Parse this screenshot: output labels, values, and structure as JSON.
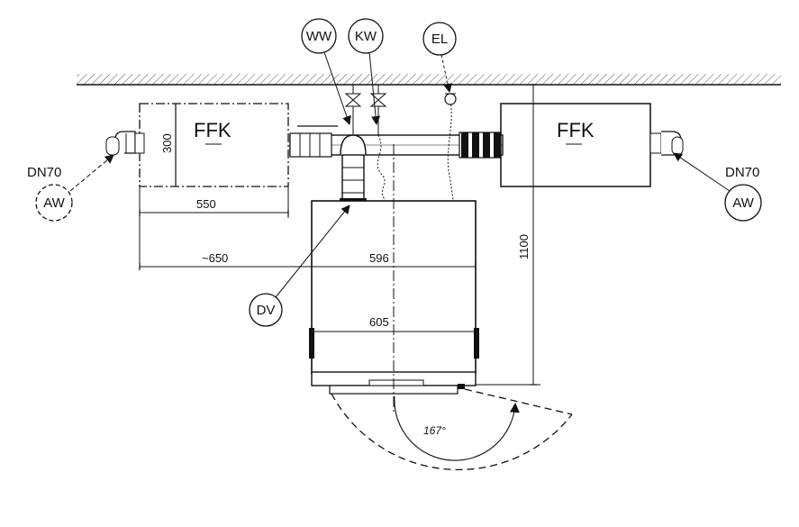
{
  "labels": {
    "ww": "WW",
    "kw": "KW",
    "el": "EL",
    "dv": "DV",
    "aw_left": "AW",
    "aw_right": "AW",
    "dn_left": "DN70",
    "dn_right": "DN70",
    "ffk_left": "FFK",
    "ffk_right": "FFK"
  },
  "dimensions": {
    "d300": "300",
    "d550": "550",
    "d650": "~650",
    "d596": "596",
    "d605": "605",
    "d1100": "1100",
    "angle": "167°"
  }
}
